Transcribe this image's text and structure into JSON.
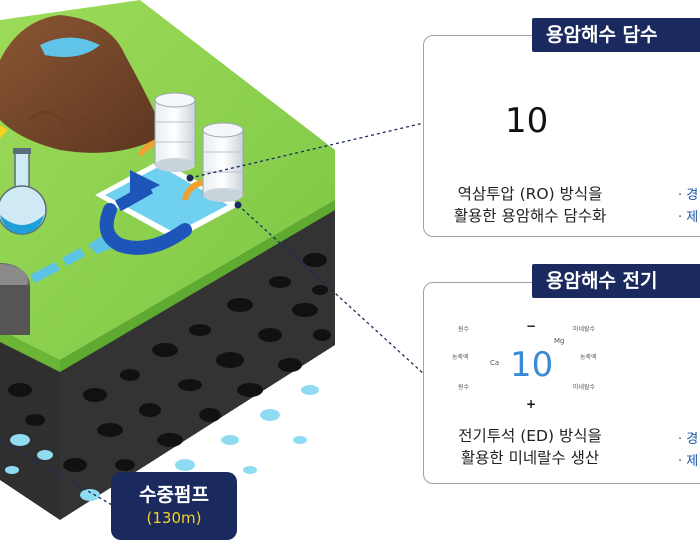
{
  "panel_top": {
    "title": "용암해수 담수",
    "membrane_number": "10",
    "caption_line1": "역삼투압 (RO) 방식을",
    "caption_line2": "활용한 용암해수 담수화",
    "bullet_1": "· 경",
    "bullet_2": "· 제"
  },
  "panel_bottom": {
    "title": "용암해수 전기",
    "cell_number": "10",
    "ion_labels_left": [
      "원수",
      "농축액",
      "원수"
    ],
    "ion_labels_right": [
      "미네랄수",
      "농축액",
      "미네랄수"
    ],
    "ca_label": "Ca",
    "mg_label": "Mg",
    "minus_sign": "−",
    "plus_sign": "+",
    "caption_line1": "전기투석 (ED) 방식을",
    "caption_line2": "활용한 미네랄수 생산",
    "bullet_1": "· 경",
    "bullet_2": "· 제"
  },
  "pump": {
    "title": "수중펌프",
    "depth": "(130m)"
  },
  "colors": {
    "navy": "#1b2a5e",
    "grass": "#8fd14f",
    "soil": "#3a3a3a",
    "water": "#6fd0f0",
    "accent_yellow": "#f6d21f"
  }
}
